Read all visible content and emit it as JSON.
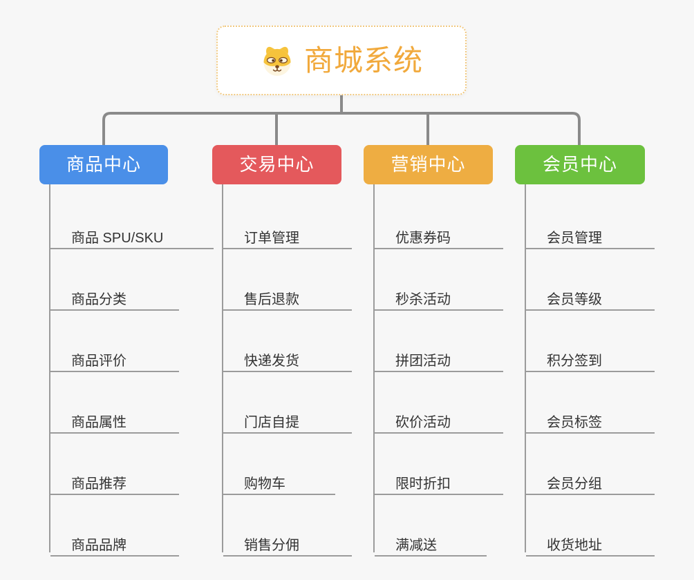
{
  "root": {
    "title": "商城系统",
    "icon": "dog-face-icon",
    "title_color": "#F1A93C",
    "border_color": "#F1C87E"
  },
  "connector_color": "#8A8A8A",
  "child_line_color": "#9B9B9B",
  "branches": [
    {
      "label": "商品中心",
      "color": "#4A8FE8",
      "items": [
        "商品 SPU/SKU",
        "商品分类",
        "商品评价",
        "商品属性",
        "商品推荐",
        "商品品牌"
      ]
    },
    {
      "label": "交易中心",
      "color": "#E4595C",
      "items": [
        "订单管理",
        "售后退款",
        "快递发货",
        "门店自提",
        "购物车",
        "销售分佣"
      ]
    },
    {
      "label": "营销中心",
      "color": "#EEAD42",
      "items": [
        "优惠券码",
        "秒杀活动",
        "拼团活动",
        "砍价活动",
        "限时折扣",
        "满减送"
      ]
    },
    {
      "label": "会员中心",
      "color": "#6CC13E",
      "items": [
        "会员管理",
        "会员等级",
        "积分签到",
        "会员标签",
        "会员分组",
        "收货地址"
      ]
    }
  ]
}
